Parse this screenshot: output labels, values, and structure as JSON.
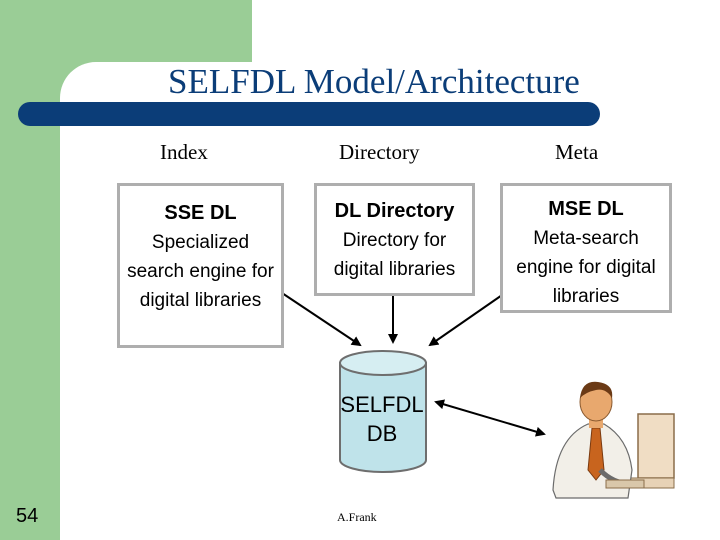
{
  "slide": {
    "title": "SELFDL Model/Architecture",
    "slide_number": "54",
    "footer": "A.Frank"
  },
  "columns": {
    "index_label": "Index",
    "directory_label": "Directory",
    "meta_label": "Meta"
  },
  "boxes": {
    "sse": {
      "header": "SSE DL",
      "description": "Specialized\nsearch engine for\ndigital libraries"
    },
    "directory": {
      "header": "DL Directory",
      "description": "Directory for\ndigital libraries"
    },
    "mse": {
      "header": "MSE DL",
      "description": "Meta-search\nengine for digital\nlibraries"
    }
  },
  "database": {
    "line1": "SELFDL",
    "line2": "DB"
  },
  "colors": {
    "accent_green": "#9acd96",
    "title_blue": "#0b3d78",
    "db_blue": "#bfe3ea",
    "box_border": "#aeaeae"
  },
  "icons": [
    "user-at-computer-icon"
  ]
}
